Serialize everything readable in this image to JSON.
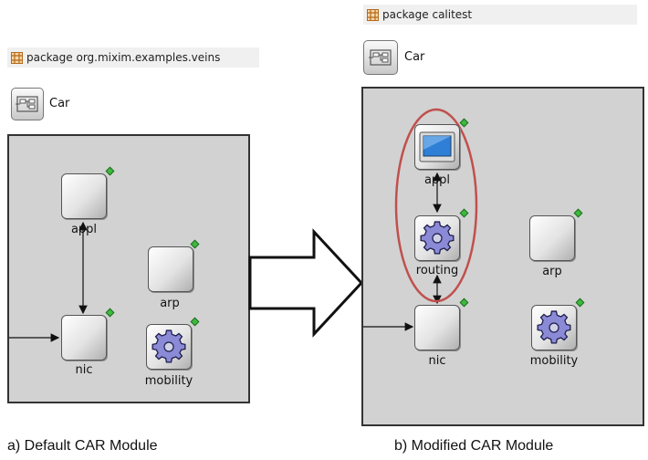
{
  "left": {
    "package_label": "package org.mixim.examples.veins",
    "type_label": "Car",
    "modules": {
      "appl": "appl",
      "arp": "arp",
      "nic": "nic",
      "mobility": "mobility"
    },
    "caption": "a)  Default CAR Module"
  },
  "right": {
    "package_label": "package calitest",
    "type_label": "Car",
    "modules": {
      "appl": "appl",
      "routing": "routing",
      "arp": "arp",
      "nic": "nic",
      "mobility": "mobility"
    },
    "caption": "b) Modified CAR Module"
  },
  "colors": {
    "canvas": "#d2d2d2",
    "highlight_ellipse": "#c0504d",
    "gear": "#8a8ad6",
    "screen": "#2f7fd6",
    "status_dot": "#3fb83f"
  },
  "icons": [
    "package-icon",
    "compound-module-icon",
    "gear-icon",
    "screen-icon",
    "status-dot-icon",
    "right-arrow-icon"
  ]
}
